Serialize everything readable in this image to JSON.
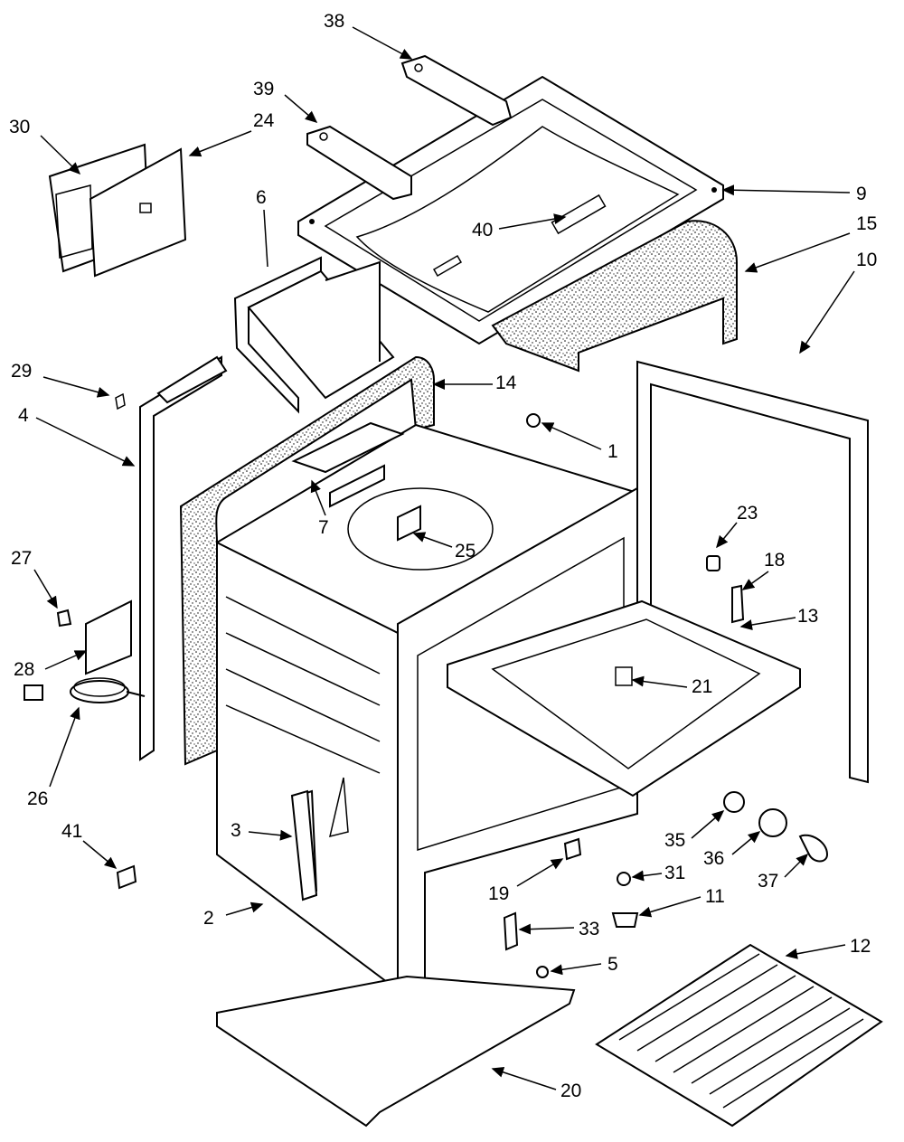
{
  "callouts": [
    {
      "id": "c38",
      "label": "38"
    },
    {
      "id": "c39",
      "label": "39"
    },
    {
      "id": "c30",
      "label": "30"
    },
    {
      "id": "c24",
      "label": "24"
    },
    {
      "id": "c9",
      "label": "9"
    },
    {
      "id": "c6",
      "label": "6"
    },
    {
      "id": "c40",
      "label": "40"
    },
    {
      "id": "c15",
      "label": "15"
    },
    {
      "id": "c10",
      "label": "10"
    },
    {
      "id": "c29",
      "label": "29"
    },
    {
      "id": "c14",
      "label": "14"
    },
    {
      "id": "c4",
      "label": "4"
    },
    {
      "id": "c1",
      "label": "1"
    },
    {
      "id": "c7",
      "label": "7"
    },
    {
      "id": "c25",
      "label": "25"
    },
    {
      "id": "c23",
      "label": "23"
    },
    {
      "id": "c27",
      "label": "27"
    },
    {
      "id": "c18",
      "label": "18"
    },
    {
      "id": "c13",
      "label": "13"
    },
    {
      "id": "c28",
      "label": "28"
    },
    {
      "id": "c21",
      "label": "21"
    },
    {
      "id": "c26",
      "label": "26"
    },
    {
      "id": "c3",
      "label": "3"
    },
    {
      "id": "c35",
      "label": "35"
    },
    {
      "id": "c36",
      "label": "36"
    },
    {
      "id": "c37",
      "label": "37"
    },
    {
      "id": "c41",
      "label": "41"
    },
    {
      "id": "c31",
      "label": "31"
    },
    {
      "id": "c19",
      "label": "19"
    },
    {
      "id": "c11",
      "label": "11"
    },
    {
      "id": "c2",
      "label": "2"
    },
    {
      "id": "c33",
      "label": "33"
    },
    {
      "id": "c5",
      "label": "5"
    },
    {
      "id": "c12",
      "label": "12"
    },
    {
      "id": "c20",
      "label": "20"
    }
  ]
}
